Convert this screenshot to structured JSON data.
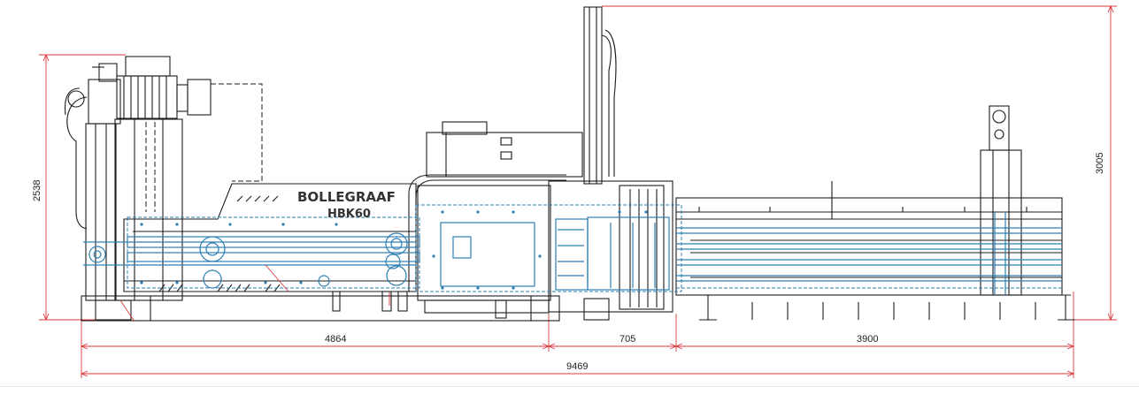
{
  "drawing": {
    "brand": "BOLLEGRAAF",
    "model": "HBK60",
    "dimensions": {
      "overall_height": "3005",
      "machine_height": "2538",
      "section_1_length": "4864",
      "section_2_length": "705",
      "section_3_length": "3900",
      "overall_length": "9469"
    },
    "colors": {
      "outline": "#1d1d1d",
      "hydraulic": "#2e7fb3",
      "dimension": "#d9383a"
    }
  }
}
